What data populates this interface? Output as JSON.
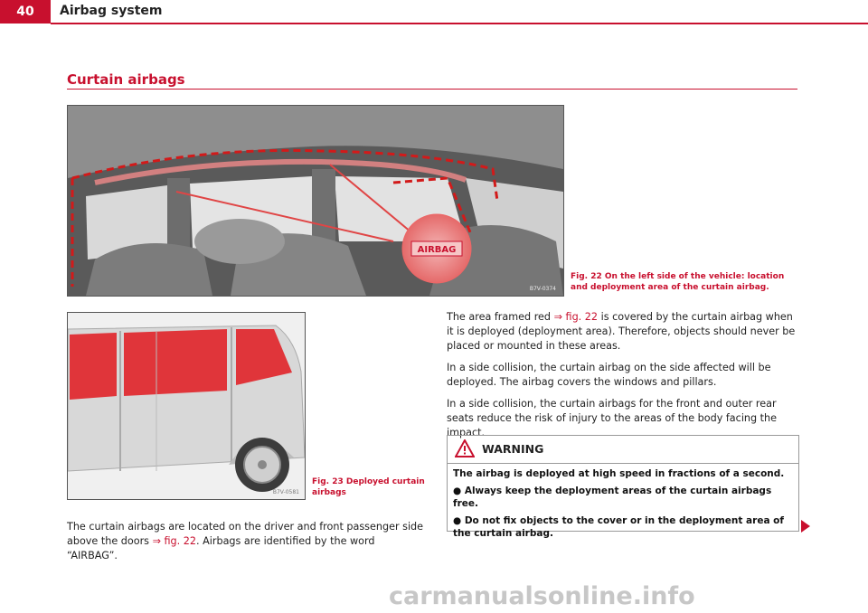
{
  "header": {
    "page_number": "40",
    "title": "Airbag system"
  },
  "section_title": "Curtain airbags",
  "figure1": {
    "caption": "Fig. 22   On the left side of the vehicle: location and deployment area of the curtain airbag.",
    "label": "AIRBAG",
    "code": "B7V-0374"
  },
  "figure2": {
    "caption": "Fig. 23   Deployed curtain airbags",
    "code": "B7V-0581"
  },
  "body": {
    "p1_before": "The area framed red ",
    "p1_link": "⇒ fig. 22",
    "p1_after": " is covered by the curtain airbag when it is deployed (deployment area). Therefore, objects should never be placed or mounted in these areas.",
    "p2": "In a side collision, the curtain airbag on the side affected will be deployed. The airbag covers the windows and pillars.",
    "p3": "In a side collision, the curtain airbags for the front and outer rear seats reduce the risk of injury to the areas of the body facing the impact.",
    "p4_before": "The curtain airbags are located on the driver and front passenger side above the doors ",
    "p4_link": "⇒ fig. 22",
    "p4_after": ". Airbags are identified by the word “AIRBAG”."
  },
  "warning": {
    "title": "WARNING",
    "line1": "The airbag is deployed at high speed in fractions of a second.",
    "bullet1": "Always keep the deployment areas of the curtain airbags free.",
    "bullet2": "Do not fix objects to the cover or in the deployment area of the curtain airbag."
  },
  "watermark": "carmanualsonline.info",
  "colors": {
    "accent": "#c8102e"
  }
}
